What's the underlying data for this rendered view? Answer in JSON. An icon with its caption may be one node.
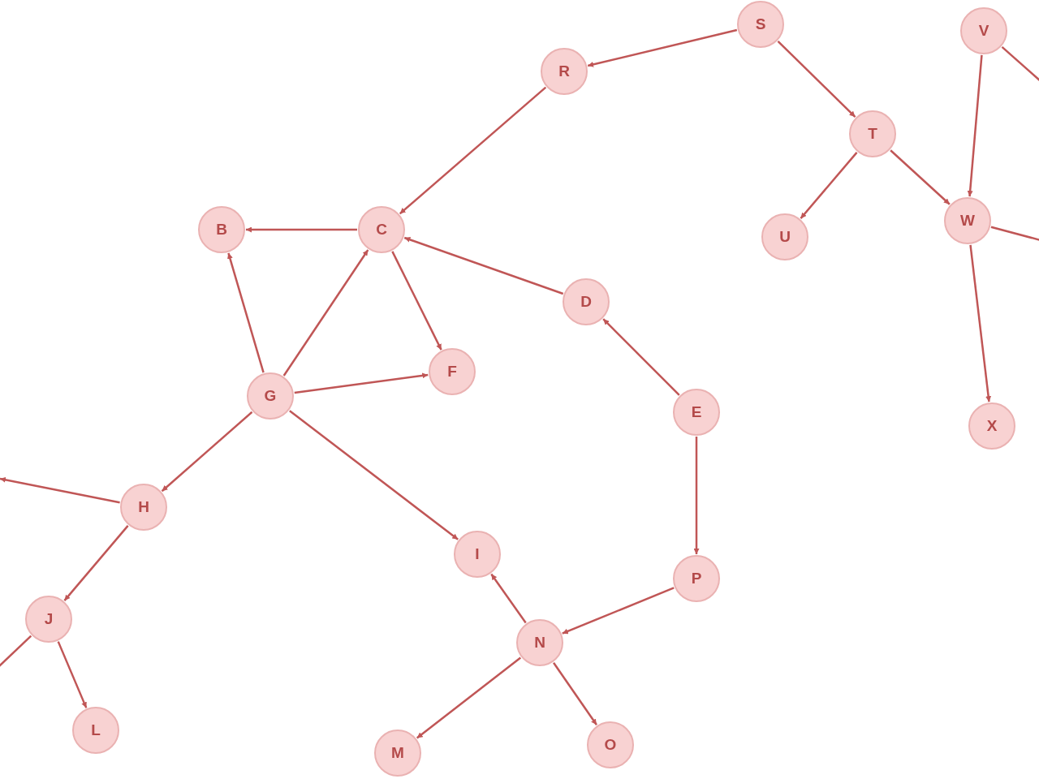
{
  "diagram": {
    "nodes": [
      {
        "text": [
          "S"
        ]
      },
      {
        "text": [
          "V"
        ]
      },
      {
        "text": [
          "R"
        ]
      },
      {
        "text": [
          "T"
        ]
      },
      {
        "text": [
          "W"
        ]
      },
      {
        "text": [
          "B"
        ]
      },
      {
        "text": [
          "C"
        ]
      },
      {
        "text": [
          "U"
        ]
      },
      {
        "text": [
          "D"
        ]
      },
      {
        "text": [
          "F"
        ]
      },
      {
        "text": [
          "G"
        ]
      },
      {
        "text": [
          "E"
        ]
      },
      {
        "text": [
          "X"
        ]
      },
      {
        "text": [
          "H"
        ]
      },
      {
        "text": [
          "I"
        ]
      },
      {
        "text": [
          "P"
        ]
      },
      {
        "text": [
          "J"
        ]
      },
      {
        "text": [
          "N"
        ]
      },
      {
        "text": [
          "L"
        ]
      },
      {
        "text": [
          "O"
        ]
      },
      {
        "text": [
          "M"
        ]
      }
    ],
    "edges": [
      {
        "from": 0,
        "to": 2,
        "arrow": "to"
      },
      {
        "from": 0,
        "to": 3,
        "arrow": "to"
      },
      {
        "from": 2,
        "to": 6,
        "arrow": "to"
      },
      {
        "from": 3,
        "to": 7,
        "arrow": "to"
      },
      {
        "from": 3,
        "to": 4,
        "arrow": "to"
      },
      {
        "from": 1,
        "to": 4,
        "arrow": "to"
      },
      {
        "from": 1,
        "to": null,
        "arrow": "none"
      },
      {
        "from": 4,
        "to": null,
        "arrow": "none"
      },
      {
        "from": 4,
        "to": 12,
        "arrow": "to"
      },
      {
        "from": 6,
        "to": 5,
        "arrow": "to"
      },
      {
        "from": 10,
        "to": 5,
        "arrow": "to"
      },
      {
        "from": 10,
        "to": 6,
        "arrow": "to"
      },
      {
        "from": 6,
        "to": 9,
        "arrow": "to"
      },
      {
        "from": 10,
        "to": 9,
        "arrow": "to"
      },
      {
        "from": 8,
        "to": 6,
        "arrow": "to"
      },
      {
        "from": 11,
        "to": 8,
        "arrow": "to"
      },
      {
        "from": 11,
        "to": 15,
        "arrow": "to"
      },
      {
        "from": 10,
        "to": 13,
        "arrow": "to"
      },
      {
        "from": 10,
        "to": 14,
        "arrow": "to"
      },
      {
        "from": 13,
        "to": null,
        "arrow": "to"
      },
      {
        "from": 13,
        "to": 16,
        "arrow": "to"
      },
      {
        "from": 16,
        "to": 18,
        "arrow": "to"
      },
      {
        "from": 16,
        "to": null,
        "arrow": "none"
      },
      {
        "from": 15,
        "to": 17,
        "arrow": "to"
      },
      {
        "from": 17,
        "to": 14,
        "arrow": "to"
      },
      {
        "from": 17,
        "to": 20,
        "arrow": "to"
      },
      {
        "from": 17,
        "to": 19,
        "arrow": "to"
      }
    ]
  }
}
